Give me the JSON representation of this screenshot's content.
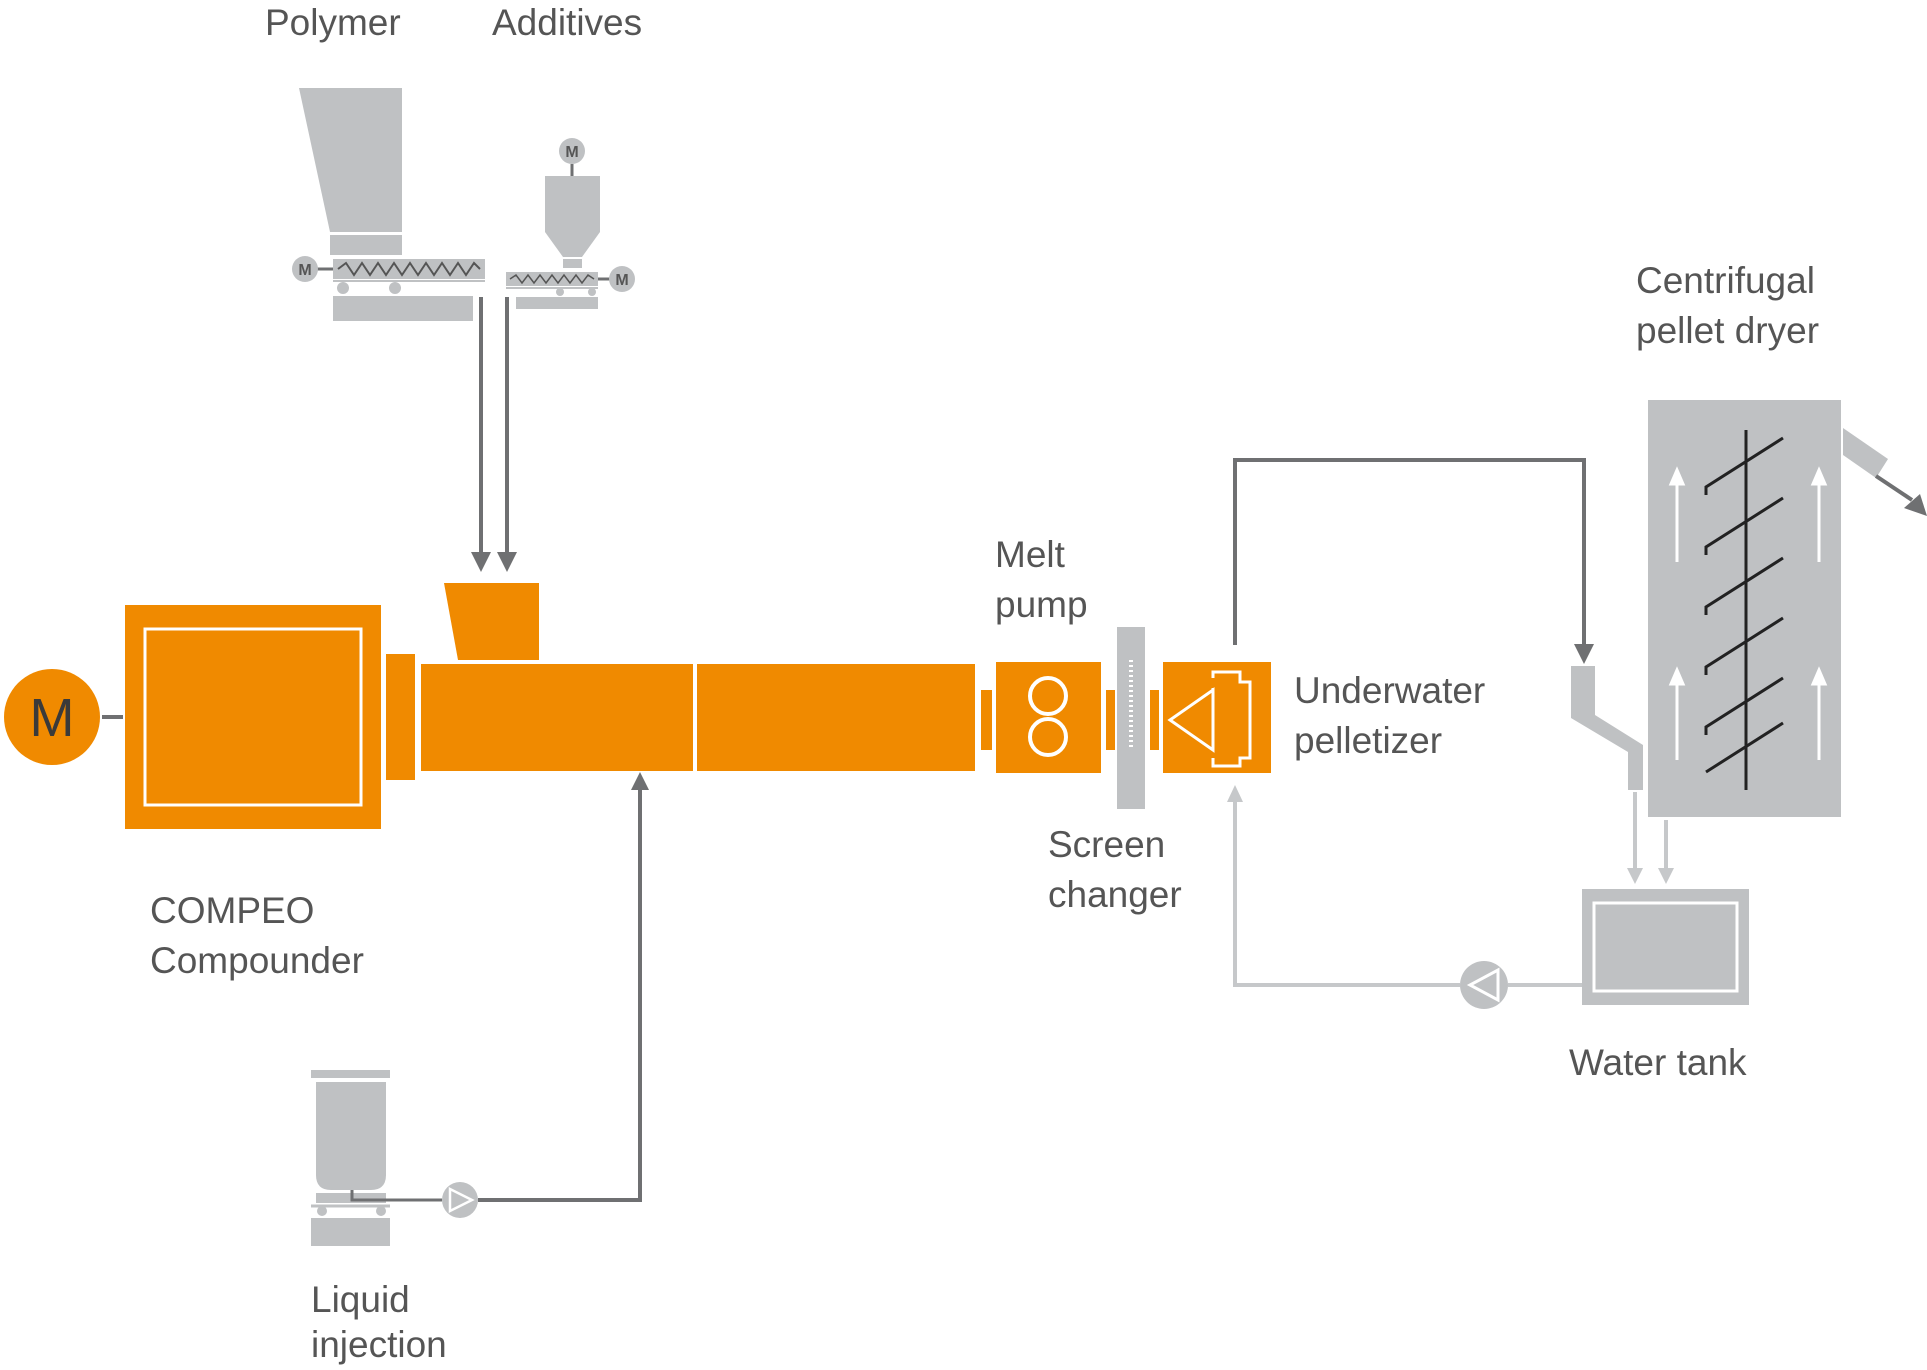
{
  "labels": {
    "polymer": "Polymer",
    "additives": "Additives",
    "centrifugal_line1": "Centrifugal",
    "centrifugal_line2": "pellet dryer",
    "melt_line1": "Melt",
    "melt_line2": "pump",
    "underwater_line1": "Underwater",
    "underwater_line2": "pelletizer",
    "screen_line1": "Screen",
    "screen_line2": "changer",
    "compeo_line1": "COMPEO",
    "compeo_line2": "Compounder",
    "water_tank": "Water tank",
    "liquid_line1": "Liquid",
    "liquid_line2": "injection",
    "motor_main": "M",
    "motor_small": "M"
  },
  "colors": {
    "orange": "#f08a00",
    "gray": "#bfc1c3",
    "dark_line": "#6f7072",
    "light_line": "#c6c8ca",
    "text": "#555555"
  }
}
